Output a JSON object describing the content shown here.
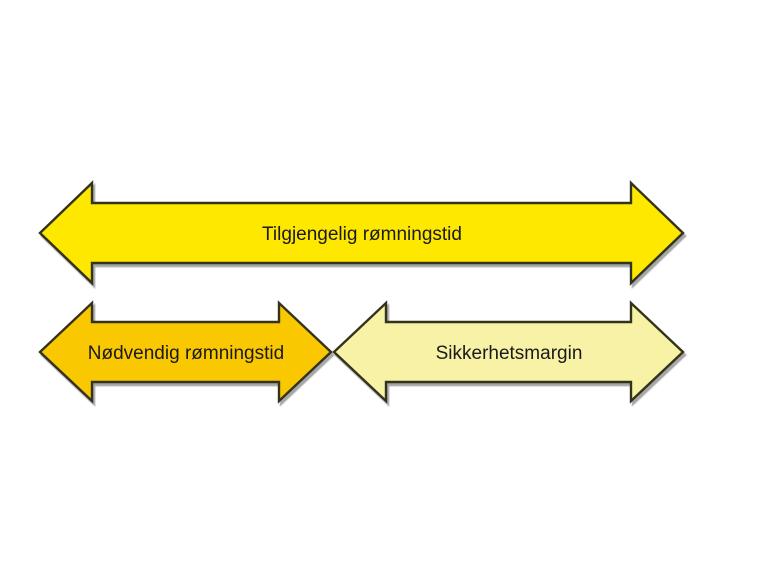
{
  "diagram": {
    "arrows": [
      {
        "id": "available-evacuation-time",
        "label": "Tilgjengelig rømningstid",
        "fill": "#ffe800"
      },
      {
        "id": "required-evacuation-time",
        "label": "Nødvendig rømningstid",
        "fill": "#fac801"
      },
      {
        "id": "safety-margin",
        "label": "Sikkerhetsmargin",
        "fill": "#f7f2a5"
      }
    ]
  },
  "theme": {
    "background": "#ffffff",
    "outline": "#33331c",
    "shadow": "#a6a6a6",
    "text": "#1a1a1a"
  }
}
